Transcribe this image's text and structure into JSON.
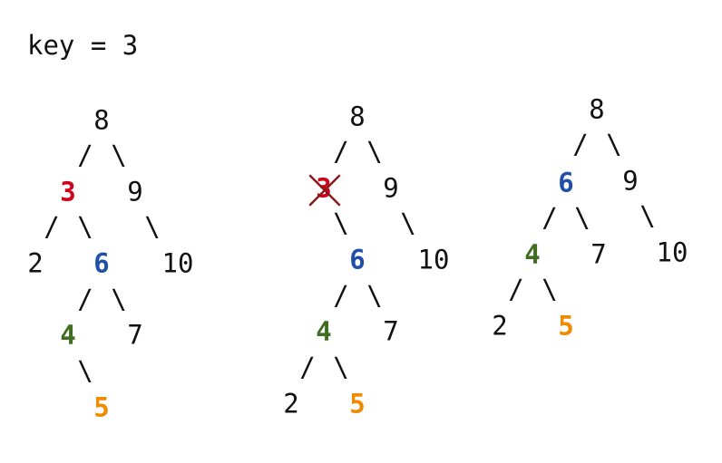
{
  "key_label": "key = 3",
  "colors": {
    "default": "#111111",
    "deleted": "#d0021b",
    "successor": "#1f4fa8",
    "green": "#3f6e23",
    "orange": "#f08a00",
    "cross": "#8b1a1a"
  },
  "trees": [
    {
      "name": "tree-1",
      "nodes": {
        "n8": "8",
        "n3": "3",
        "n9": "9",
        "n2": "2",
        "n6": "6",
        "n10": "10",
        "n4": "4",
        "n7": "7",
        "n5": "5"
      },
      "edges": {
        "e8_3": "/",
        "e8_9": "\\",
        "e3_2": "/",
        "e3_6": "\\",
        "e9_10": "\\",
        "e6_4": "/",
        "e6_7": "\\",
        "e4_5": "\\"
      }
    },
    {
      "name": "tree-2",
      "nodes": {
        "n8": "8",
        "n3": "3",
        "n9": "9",
        "n6": "6",
        "n10": "10",
        "n4": "4",
        "n7": "7",
        "n2": "2",
        "n5": "5"
      },
      "edges": {
        "e8_3": "/",
        "e8_9": "\\",
        "e3_6": "\\",
        "e9_10": "\\",
        "e6_4": "/",
        "e6_7": "\\",
        "e4_2": "/",
        "e4_5": "\\"
      }
    },
    {
      "name": "tree-3",
      "nodes": {
        "n8": "8",
        "n6": "6",
        "n9": "9",
        "n4": "4",
        "n7": "7",
        "n10": "10",
        "n2": "2",
        "n5": "5"
      },
      "edges": {
        "e8_6": "/",
        "e8_9": "\\",
        "e6_4": "/",
        "e6_7": "\\",
        "e9_10": "\\",
        "e4_2": "/",
        "e4_5": "\\"
      }
    }
  ]
}
